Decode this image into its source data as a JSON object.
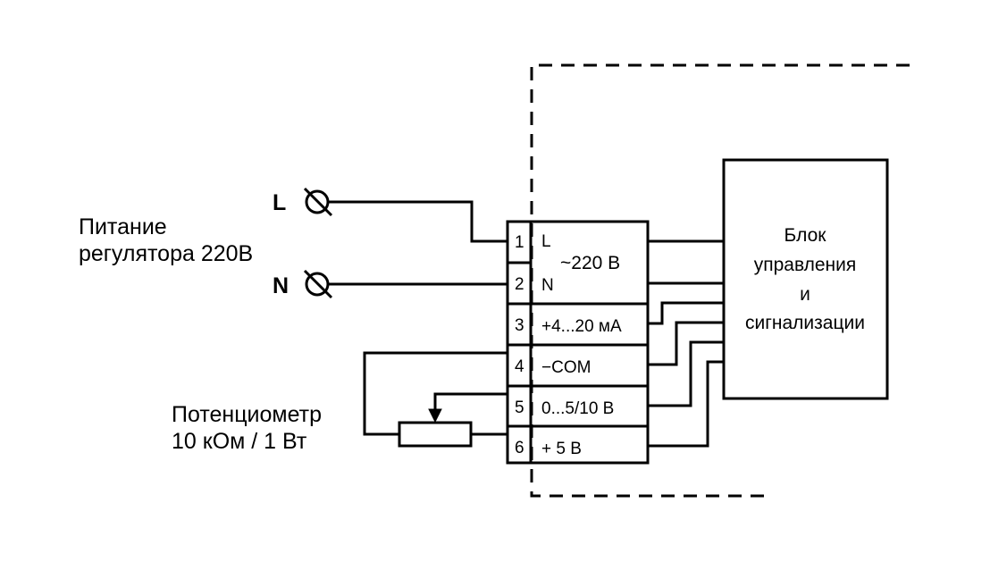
{
  "supply": {
    "label_line1": "Питание",
    "label_line2": "регулятора 220В",
    "phase": "L",
    "neutral": "N"
  },
  "potentiometer": {
    "label_line1": "Потенциометр",
    "label_line2": "10 кОм / 1 Вт"
  },
  "terminal_block": {
    "rows": [
      {
        "num": "1",
        "signal": "L"
      },
      {
        "num": "2",
        "signal": "N"
      },
      {
        "num": "3",
        "signal": "+4...20 мА"
      },
      {
        "num": "4",
        "signal": "−COM"
      },
      {
        "num": "5",
        "signal": "0...5/10 В"
      },
      {
        "num": "6",
        "signal": "+  5 В"
      }
    ],
    "ac_label": "~220 В"
  },
  "control_unit": {
    "line1": "Блок",
    "line2": "управления",
    "line3": "и",
    "line4": "сигнализации"
  }
}
